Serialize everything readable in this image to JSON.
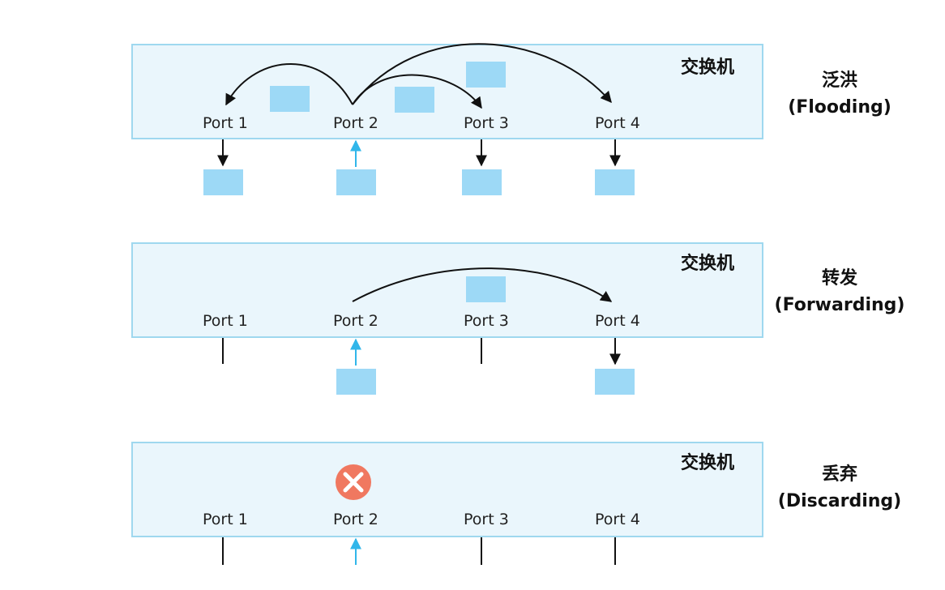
{
  "header_text": "",
  "colors": {
    "switch_fill": "#eaf6fc",
    "switch_border": "#9fd8ef",
    "frame_fill": "#9dd9f6",
    "arrow_dark": "#111111",
    "arrow_incoming": "#31b6ea",
    "discard_icon": "#f07860"
  },
  "panels": [
    {
      "id": "flooding",
      "switch_label": "交换机",
      "mode_cn": "泛洪",
      "mode_en": "(Flooding)",
      "ports": [
        "Port 1",
        "Port 2",
        "Port 3",
        "Port 4"
      ],
      "incoming_port": "Port 2",
      "output_ports": [
        "Port 1",
        "Port 3",
        "Port 4"
      ]
    },
    {
      "id": "forwarding",
      "switch_label": "交换机",
      "mode_cn": "转发",
      "mode_en": "(Forwarding)",
      "ports": [
        "Port 1",
        "Port 2",
        "Port 3",
        "Port 4"
      ],
      "incoming_port": "Port 2",
      "output_ports": [
        "Port 4"
      ]
    },
    {
      "id": "discarding",
      "switch_label": "交换机",
      "mode_cn": "丢弃",
      "mode_en": "(Discarding)",
      "ports": [
        "Port 1",
        "Port 2",
        "Port 3",
        "Port 4"
      ],
      "incoming_port": "Port 2",
      "output_ports": [],
      "icon": "discard-x-icon"
    }
  ]
}
